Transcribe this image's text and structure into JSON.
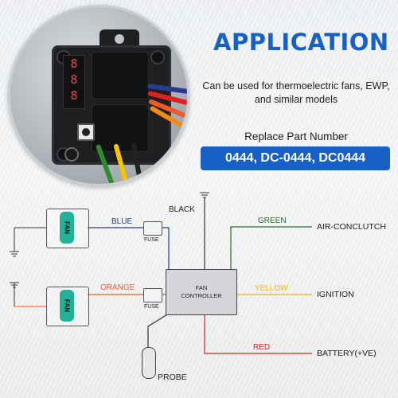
{
  "header": {
    "title": "APPLICATION",
    "description": "Can be used for thermoelectric fans, EWP, and similar models",
    "replace_label": "Replace Part Number",
    "part_numbers": "0444, DC-0444, DC0444"
  },
  "product_photo": {
    "display_digits": "8\n8\n8"
  },
  "diagram": {
    "wire_labels": {
      "black": "BLACK",
      "blue": "BLUE",
      "orange": "ORANGE",
      "green": "GREEN",
      "yellow": "YELLOW",
      "red": "RED"
    },
    "fan_label": "FAN",
    "fuse_label": "FUSE",
    "controller_label_line1": "FAN",
    "controller_label_line2": "CONTROLLER",
    "outputs": {
      "air": "AIR-CONCLUTCH",
      "ignition": "IGNITION",
      "battery": "BATTERY(+VE)"
    },
    "probe_label": "PROBE"
  },
  "colors": {
    "accent": "#1660c8",
    "fan_badge": "#22b29a",
    "blue_wire": "#2a3a8f",
    "orange_wire": "#f05a28",
    "green_wire": "#2e6b2e",
    "yellow_wire": "#f5b700",
    "red_wire": "#e02020",
    "black_wire": "#333333"
  }
}
